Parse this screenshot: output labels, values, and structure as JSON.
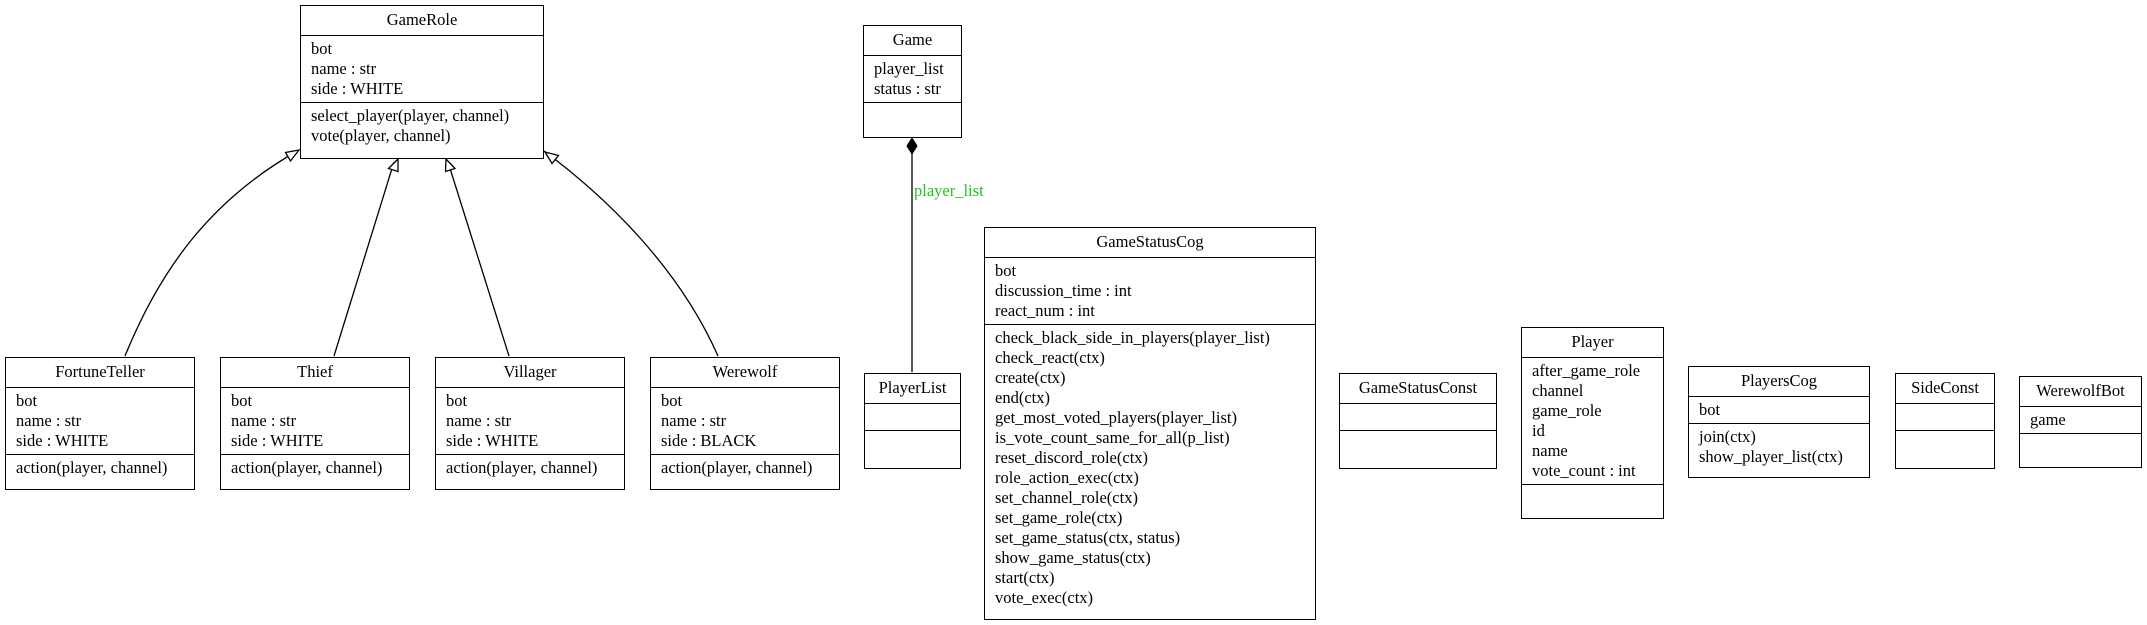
{
  "classes": [
    {
      "id": "GameRole",
      "name": "GameRole",
      "attributes": [
        "bot",
        "name : str",
        "side : WHITE"
      ],
      "methods": [
        "select_player(player, channel)",
        "vote(player, channel)"
      ]
    },
    {
      "id": "Game",
      "name": "Game",
      "attributes": [
        "player_list",
        "status : str"
      ],
      "methods": []
    },
    {
      "id": "FortuneTeller",
      "name": "FortuneTeller",
      "attributes": [
        "bot",
        "name : str",
        "side : WHITE"
      ],
      "methods": [
        "action(player, channel)"
      ]
    },
    {
      "id": "Thief",
      "name": "Thief",
      "attributes": [
        "bot",
        "name : str",
        "side : WHITE"
      ],
      "methods": [
        "action(player, channel)"
      ]
    },
    {
      "id": "Villager",
      "name": "Villager",
      "attributes": [
        "bot",
        "name : str",
        "side : WHITE"
      ],
      "methods": [
        "action(player, channel)"
      ]
    },
    {
      "id": "Werewolf",
      "name": "Werewolf",
      "attributes": [
        "bot",
        "name : str",
        "side : BLACK"
      ],
      "methods": [
        "action(player, channel)"
      ]
    },
    {
      "id": "PlayerList",
      "name": "PlayerList",
      "attributes": [],
      "methods": []
    },
    {
      "id": "GameStatusCog",
      "name": "GameStatusCog",
      "attributes": [
        "bot",
        "discussion_time : int",
        "react_num : int"
      ],
      "methods": [
        "check_black_side_in_players(player_list)",
        "check_react(ctx)",
        "create(ctx)",
        "end(ctx)",
        "get_most_voted_players(player_list)",
        "is_vote_count_same_for_all(p_list)",
        "reset_discord_role(ctx)",
        "role_action_exec(ctx)",
        "set_channel_role(ctx)",
        "set_game_role(ctx)",
        "set_game_status(ctx, status)",
        "show_game_status(ctx)",
        "start(ctx)",
        "vote_exec(ctx)"
      ]
    },
    {
      "id": "GameStatusConst",
      "name": "GameStatusConst",
      "attributes": [],
      "methods": []
    },
    {
      "id": "Player",
      "name": "Player",
      "attributes": [
        "after_game_role",
        "channel",
        "game_role",
        "id",
        "name",
        "vote_count : int"
      ],
      "methods": []
    },
    {
      "id": "PlayersCog",
      "name": "PlayersCog",
      "attributes": [
        "bot"
      ],
      "methods": [
        "join(ctx)",
        "show_player_list(ctx)"
      ]
    },
    {
      "id": "SideConst",
      "name": "SideConst",
      "attributes": [],
      "methods": []
    },
    {
      "id": "WerewolfBot",
      "name": "WerewolfBot",
      "attributes": [
        "game"
      ],
      "methods": []
    }
  ],
  "relations": [
    {
      "type": "inheritance",
      "from": "FortuneTeller",
      "to": "GameRole"
    },
    {
      "type": "inheritance",
      "from": "Thief",
      "to": "GameRole"
    },
    {
      "type": "inheritance",
      "from": "Villager",
      "to": "GameRole"
    },
    {
      "type": "inheritance",
      "from": "Werewolf",
      "to": "GameRole"
    },
    {
      "type": "composition",
      "from": "PlayerList",
      "to": "Game",
      "label": "player_list",
      "label_color": "#22c322"
    }
  ]
}
